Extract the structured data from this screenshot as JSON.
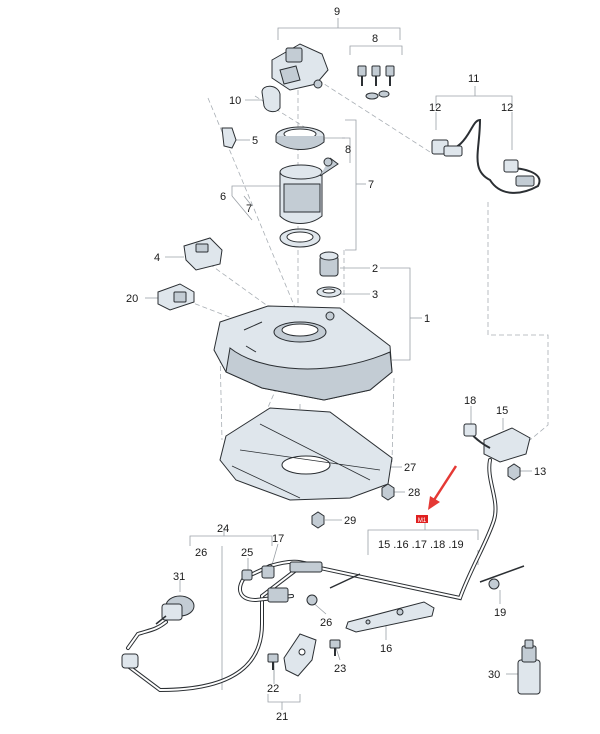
{
  "labels": {
    "n1": "1",
    "n2": "2",
    "n3": "3",
    "n4": "4",
    "n5": "5",
    "n6": "6",
    "n7a": "7",
    "n7b": "7",
    "n8a": "8",
    "n8b": "8",
    "n9": "9",
    "n10": "10",
    "n11": "11",
    "n12a": "12",
    "n12b": "12",
    "n13": "13",
    "n15": "15",
    "n16": "16",
    "n17": "17",
    "n18": "18",
    "n19": "19",
    "n20": "20",
    "n21": "21",
    "n22": "22",
    "n23": "23",
    "n24": "24",
    "n25": "25",
    "n26a": "26",
    "n26b": "26",
    "n27": "27",
    "n28": "28",
    "n29": "29",
    "n30": "30",
    "n31": "31",
    "group15": "15 .16 .17 .18 .19"
  },
  "marker": {
    "text": "M1",
    "color": "#e02020"
  },
  "colors": {
    "arrow": "#e53935",
    "part": "#dfe6ec",
    "outline": "#2b2f33"
  }
}
